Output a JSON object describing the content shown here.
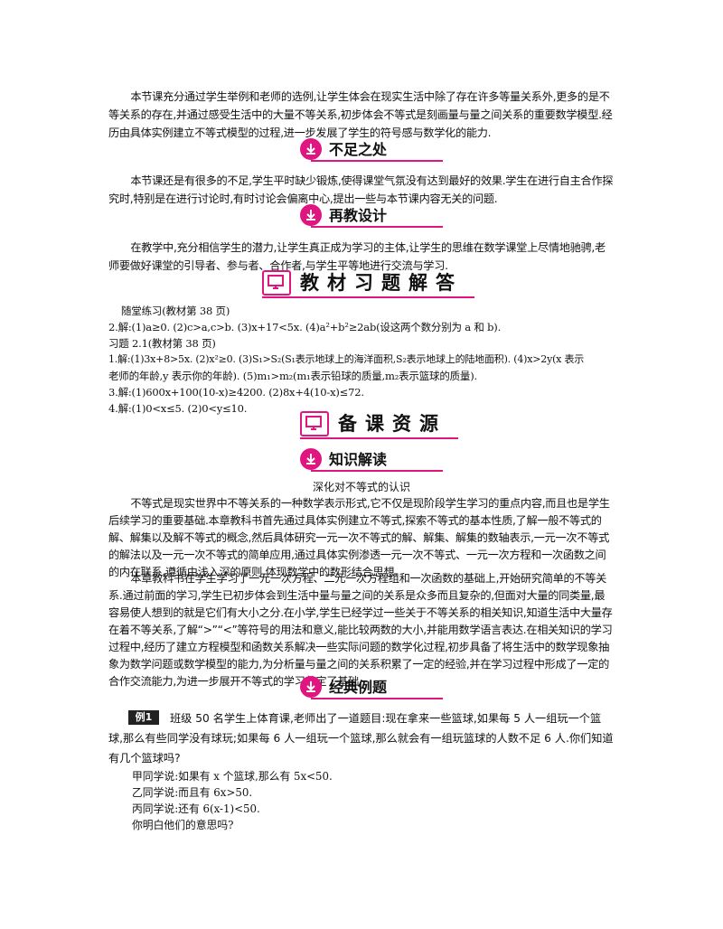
{
  "intro_paragraph": "本节课充分通过学生举例和老师的选例,让学生体会在现实生活中除了存在许多等量关系外,更多的是不等关系的存在,并通过感受生活中的大量不等关系,初步体会不等式是刻画量与量之间关系的重要数学模型.经历由具体实例建立不等式模型的过程,进一步发展了学生的符号感与数学化的能力.",
  "section_shortcomings": {
    "title": "不足之处",
    "text": "本节课还是有很多的不足,学生平时缺少锻炼,使得课堂气氛没有达到最好的效果.学生在进行自主合作探究时,特别是在进行讨论时,有时讨论会偏离中心,提出一些与本节课内容无关的问题."
  },
  "section_redesign": {
    "title": "再教设计",
    "text": "在教学中,充分相信学生的潜力,让学生真正成为学习的主体,让学生的思维在数学课堂上尽情地驰骋,老师要做好课堂的引导者、参与者、合作者,与学生平等地进行交流与学习."
  },
  "section_textbook_answers": {
    "title": "教材习题解答",
    "lines": [
      "随堂练习(教材第 38 页)",
      "2.解:(1)a≥0.    (2)c>a,c>b.    (3)x+17<5x.    (4)a²+b²≥2ab(设这两个数分别为 a 和 b).",
      "习题 2.1(教材第 38 页)",
      "1.解:(1)3x+8>5x.    (2)x²≥0.    (3)S₁>S₂(S₁表示地球上的海洋面积,S₂表示地球上的陆地面积).    (4)x>2y(x 表示",
      "老师的年龄,y 表示你的年龄).    (5)m₁>m₂(m₁表示铅球的质量,m₂表示篮球的质量).",
      "3.解:(1)600x+100(10-x)≥4200.    (2)8x+4(10-x)≤72.",
      "4.解:(1)0<x≤5.    (2)0<y≤10."
    ]
  },
  "section_resources": {
    "title": "备课资源"
  },
  "section_knowledge": {
    "title": "知识解读",
    "subtitle": "深化对不等式的认识",
    "paragraph1": "不等式是现实世界中不等关系的一种数学表示形式,它不仅是现阶段学生学习的重点内容,而且也是学生后续学习的重要基础.本章教科书首先通过具体实例建立不等式,探索不等式的基本性质,了解一般不等式的解、解集以及解不等式的概念,然后具体研究一元一次不等式的解、解集、解集的数轴表示,一元一次不等式的解法以及一元一次不等式的简单应用,通过具体实例渗透一元一次不等式、一元一次方程和一次函数之间的内在联系,遵循由浅入深的原则,体现数学中的数形结合思想.",
    "paragraph2": "本章教科书在学生学习了一元一次方程、二元一次方程组和一次函数的基础上,开始研究简单的不等关系.通过前面的学习,学生已初步体会到生活中量与量之间的关系是众多而且复杂的,但面对大量的同类量,最容易使人想到的就是它们有大小之分.在小学,学生已经学过一些关于不等关系的相关知识,知道生活中大量存在着不等关系,了解“>”“<”等符号的用法和意义,能比较两数的大小,并能用数学语言表达.在相关知识的学习过程中,经历了建立方程模型和函数关系解决一些实际问题的数学化过程,初步具备了将生活中的数学现象抽象为数学问题或数学模型的能力,为分析量与量之间的关系积累了一定的经验,并在学习过程中形成了一定的合作交流能力,为进一步展开不等式的学习奠定了基础."
  },
  "section_examples": {
    "title": "经典例题",
    "badge": "例1",
    "problem": "班级 50 名学生上体育课,老师出了一道题目:现在拿来一些篮球,如果每 5 人一组玩一个篮球,那么有些同学没有球玩;如果每 6 人一组玩一个篮球,那么就会有一组玩篮球的人数不足 6 人.你们知道有几个篮球吗?",
    "dialogue": [
      "甲同学说:如果有 x 个篮球,那么有 5x<50.",
      "乙同学说:而且有 6x>50.",
      "丙同学说:还有 6(x-1)<50.",
      "你明白他们的意思吗?"
    ]
  },
  "colors": {
    "accent": "#e0157f",
    "badge_bg": "#222222"
  },
  "icons": {
    "section": "down-arrow-icon",
    "big_section": "monitor-icon"
  }
}
